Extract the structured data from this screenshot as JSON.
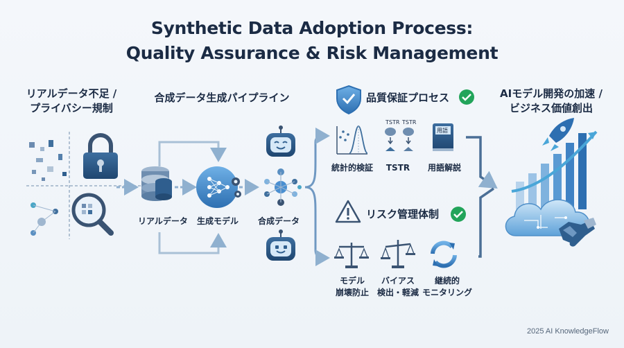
{
  "title_line1": "Synthetic Data Adoption Process:",
  "title_line2": "Quality Assurance & Risk Management",
  "stage1": {
    "line1": "リアルデータ不足 /",
    "line2": "プライバシー規制"
  },
  "stage2": {
    "title": "合成データ生成パイプライン",
    "real": "リアルデータ",
    "model": "生成モデル",
    "synthetic": "合成データ"
  },
  "quality": {
    "title": "品質保証プロセス",
    "stat": "統計的検証",
    "tstr": "TSTR",
    "glossary": "用語解説",
    "tstr_tag": "TSTR",
    "book_tag": "用語"
  },
  "risk": {
    "title": "リスク管理体制",
    "collapse": [
      "モデル",
      "崩壊防止"
    ],
    "bias": [
      "バイアス",
      "検出・軽減"
    ],
    "monitor": [
      "継続的",
      "モニタリング"
    ]
  },
  "stage4": {
    "line1": "AIモデル開発の加速 /",
    "line2": "ビジネス価値創出"
  },
  "footer": "2025 AI KnowledgeFlow",
  "colors": {
    "accent": "#2f6fb3",
    "check": "#22a45a",
    "arrow": "#7fa3c8"
  },
  "icons": [
    "lock-icon",
    "magnifier-icon",
    "database-icon",
    "neural-network-icon",
    "robot-icon",
    "shield-check-icon",
    "check-icon",
    "warning-icon",
    "scale-icon",
    "refresh-icon",
    "book-icon",
    "rocket-icon",
    "cloud-icon",
    "handshake-icon"
  ]
}
